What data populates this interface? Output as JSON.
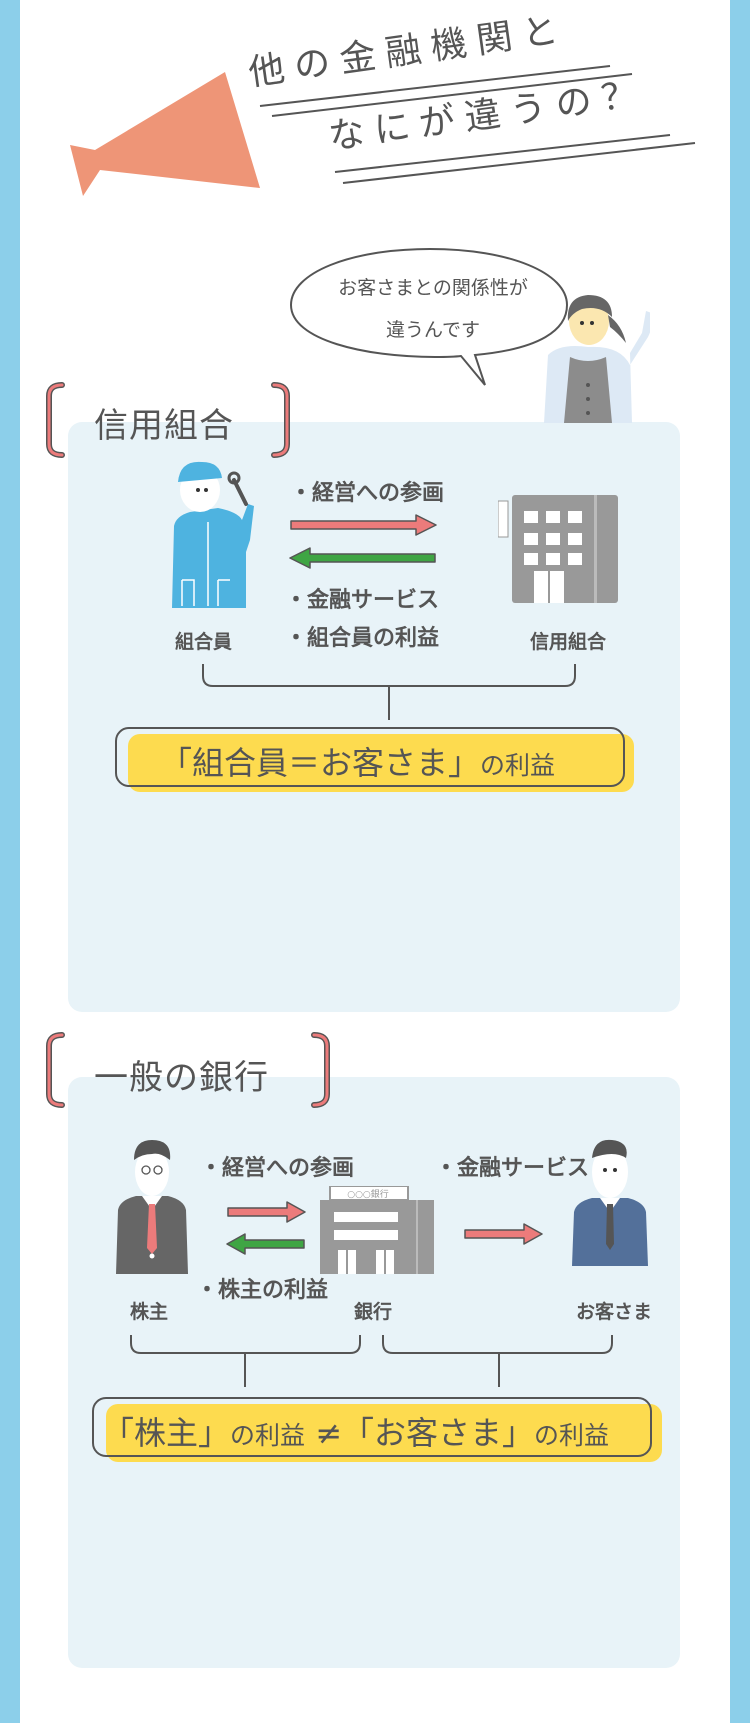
{
  "header": {
    "headline_line1": "他の金融機関と",
    "headline_line2": "なにが違うの？",
    "megaphone_color": "#ee9577"
  },
  "speech": {
    "line1": "お客さまとの関係性が",
    "line2": "違うんです"
  },
  "credit_union": {
    "title": "信用組合",
    "left_label": "組合員",
    "right_label": "信用組合",
    "arrow_top_text": "・経営への参画",
    "arrow_bottom_text1": "・金融サービス",
    "arrow_bottom_text2": "・組合員の利益",
    "result_main": "「組合員＝お客さま」",
    "result_suffix": "の利益"
  },
  "bank": {
    "title": "一般の銀行",
    "left_label": "株主",
    "center_label": "銀行",
    "right_label": "お客さま",
    "arrow_top_left_text": "・経営への参画",
    "arrow_bottom_left_text": "・株主の利益",
    "arrow_right_text": "・金融サービス",
    "bank_sign": "○○○銀行",
    "result_part1": "「株主」",
    "result_part2": "の利益",
    "result_neq": "≠",
    "result_part3": "「お客さま」",
    "result_part4": "の利益"
  },
  "colors": {
    "side_border": "#8ccfea",
    "panel_bg": "#e8f3f8",
    "highlight": "#fddb4f",
    "arrow_red": "#ec7b7b",
    "arrow_green": "#3fa544",
    "bracket_red": "#ec7b7b",
    "text": "#555555"
  }
}
